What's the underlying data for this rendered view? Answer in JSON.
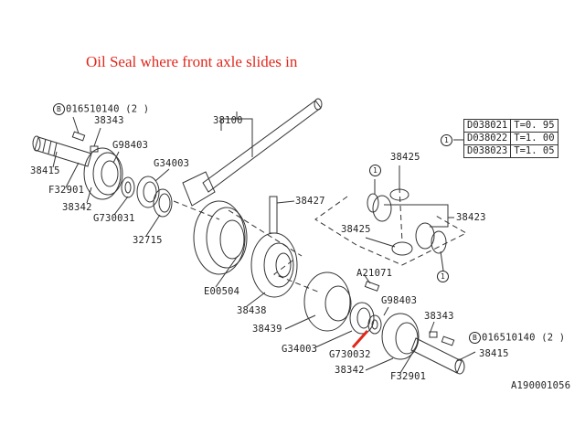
{
  "title": "Oil Seal where front axle slides in",
  "callout_marker": "1",
  "bolt_marker": "B",
  "labels": {
    "bolt_top": "016510140 (2 )",
    "p38343_top": "38343",
    "p38100": "38100",
    "g98403_top": "G98403",
    "p38415_top": "38415",
    "g34003_top": "G34003",
    "f32901_top": "F32901",
    "p38342_top": "38342",
    "g730031": "G730031",
    "p38427": "38427",
    "p32715": "32715",
    "p38425_top": "38425",
    "p38423": "38423",
    "p38425_left": "38425",
    "a21071": "A21071",
    "e00504": "E00504",
    "g98403_bottom": "G98403",
    "p38438": "38438",
    "p38343_bottom": "38343",
    "p38439": "38439",
    "bolt_bottom": "016510140 (2 )",
    "g34003_bottom": "G34003",
    "p38415_bottom": "38415",
    "g730032": "G730032",
    "p38342_bottom": "38342",
    "f32901_bottom": "F32901",
    "figure_id": "A190001056"
  },
  "shim_table": [
    {
      "part": "D038021",
      "thickness": "T=0. 95"
    },
    {
      "part": "D038022",
      "thickness": "T=1. 00"
    },
    {
      "part": "D038023",
      "thickness": "T=1. 05"
    }
  ],
  "highlight_color": "#e0271c"
}
